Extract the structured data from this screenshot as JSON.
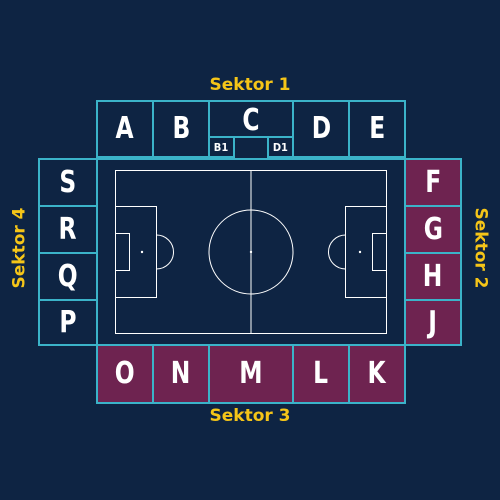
{
  "sectors": {
    "north": "Sektor 1",
    "east": "Sektor 2",
    "south": "Sektor 3",
    "west": "Sektor 4"
  },
  "blocks": {
    "north": [
      "A",
      "B",
      "C",
      "D",
      "E"
    ],
    "north_sub": [
      "B1",
      "D1"
    ],
    "east": [
      "F",
      "G",
      "H",
      "J"
    ],
    "south": [
      "O",
      "N",
      "M",
      "L",
      "K"
    ],
    "west": [
      "S",
      "R",
      "Q",
      "P"
    ]
  },
  "colors": {
    "background": "#0e2443",
    "outline": "#3bb3c9",
    "sector_label": "#f5c518",
    "highlighted_block": "#6e2350",
    "pitch_lines": "#ffffff"
  },
  "highlighted_sectors": [
    "Sektor 2",
    "Sektor 3"
  ]
}
